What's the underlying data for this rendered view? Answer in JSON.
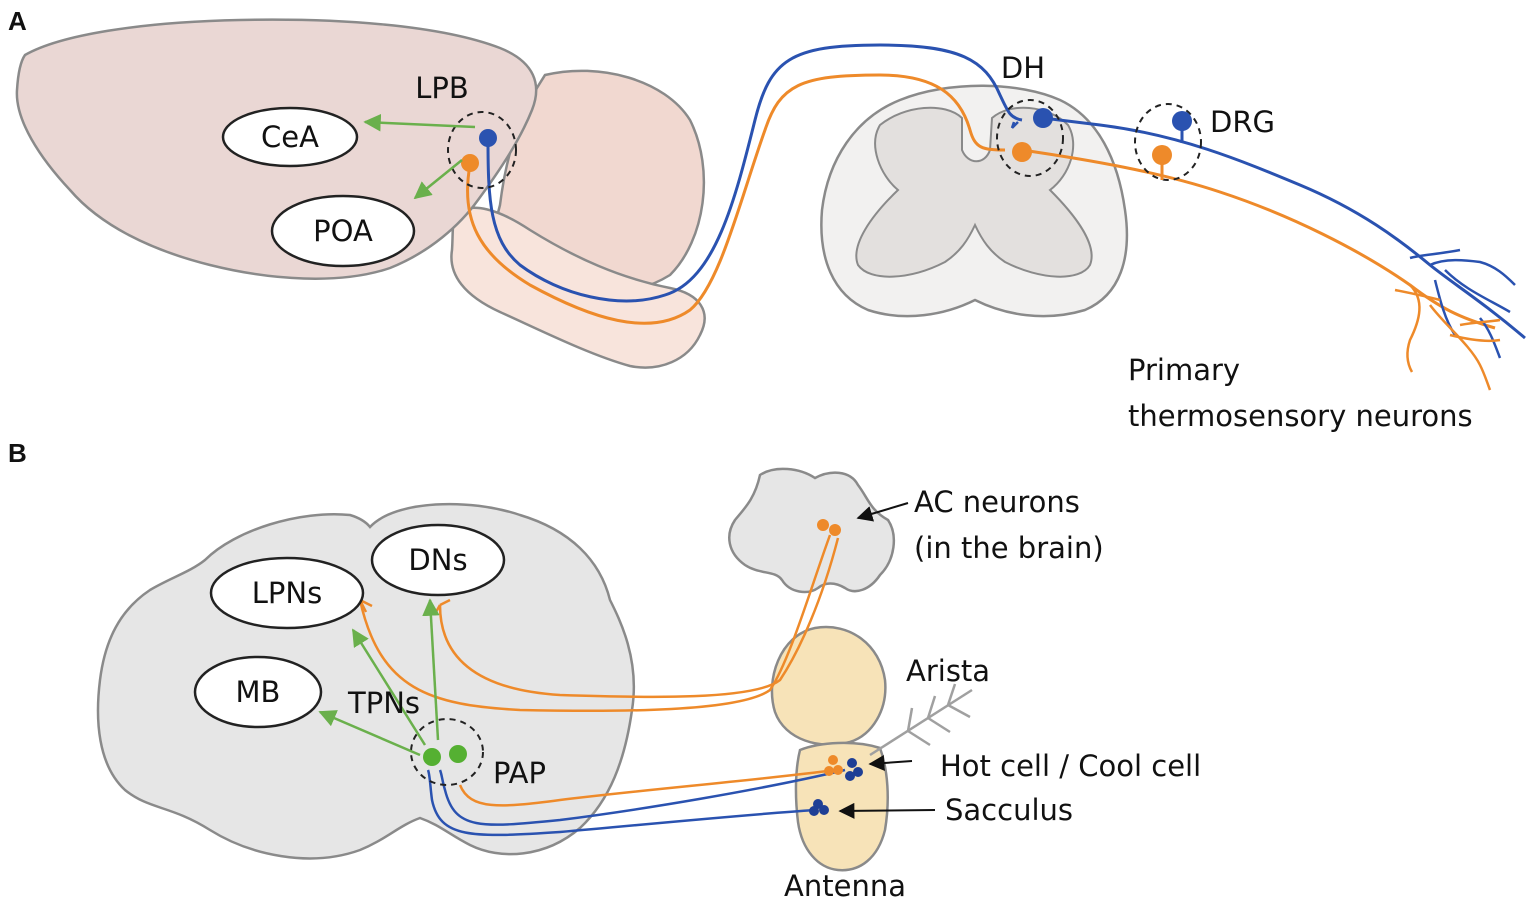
{
  "panel_a": {
    "letter": "A",
    "labels": {
      "lpb": "LPB",
      "cea": "CeA",
      "poa": "POA",
      "dh": "DH",
      "drg": "DRG",
      "primary_line1": "Primary",
      "primary_line2": "thermosensory neurons"
    }
  },
  "panel_b": {
    "letter": "B",
    "labels": {
      "lpns": "LPNs",
      "dns": "DNs",
      "mb": "MB",
      "tpns": "TPNs",
      "pap": "PAP",
      "ac_line1": "AC neurons",
      "ac_line2": "(in the brain)",
      "arista": "Arista",
      "hot_cool": "Hot cell / Cool cell",
      "sacculus": "Sacculus",
      "antenna": "Antenna"
    }
  },
  "colors": {
    "warm_neuron": "#ee8a2a",
    "cool_neuron": "#2a52b0",
    "green_projection": "#6ab04c",
    "tpn_soma": "#55b032",
    "outline": "#8a8a8a",
    "mouse_brain_fill": "#ead7d4",
    "cerebellum_fill": "#f1d8d0",
    "brainstem_fill": "#f8e4dc",
    "spinal_cord_fill": "#ebe9e8",
    "fly_brain_fill": "#e6e6e6",
    "antenna_fill": "#f7e3b8"
  }
}
